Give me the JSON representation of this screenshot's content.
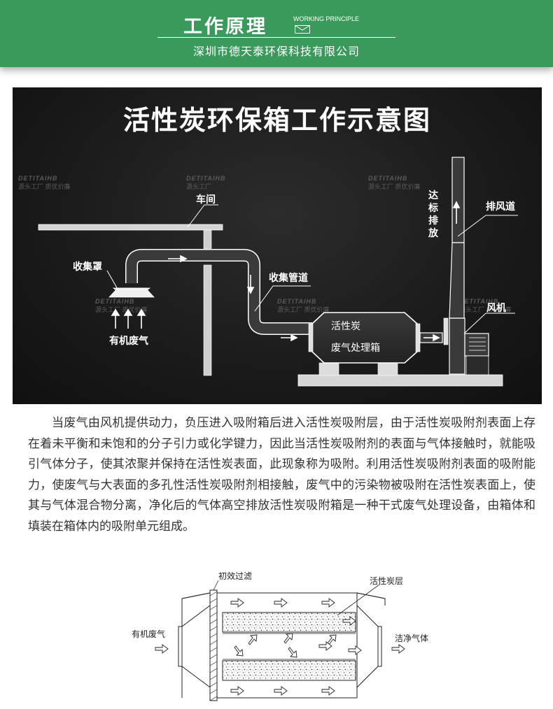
{
  "header": {
    "title": "工作原理",
    "subtitle_en": "WORKING PRINCIPLE",
    "company": "深圳市德天泰环保科技有限公司",
    "bg_color": "#3a9a5c"
  },
  "diagram": {
    "title": "活性炭环保箱工作示意图",
    "labels": {
      "workshop": "车间",
      "hood": "收集罩",
      "organic_gas": "有机废气",
      "pipe": "收集管道",
      "box_line1": "活性炭",
      "box_line2": "废气处理箱",
      "exhaust_duct": "排风道",
      "discharge": "达标排放",
      "fan": "风机"
    },
    "watermark": {
      "brand": "DETITAIHB",
      "brand_cn": "源头工厂",
      "slogan": "源头工厂 质优价廉"
    }
  },
  "description": "当废气由风机提供动力，负压进入吸附箱后进入活性炭吸附层，由于活性炭吸附剂表面上存在着未平衡和未饱和的分子引力或化学键力，因此当活性炭吸附剂的表面与气体接触时，就能吸引气体分子，使其浓聚并保持在活性炭表面，此现象称为吸附。利用活性炭吸附剂表面的吸附能力，使废气与大表面的多孔性活性炭吸附剂相接触，废气中的污染物被吸附在活性炭表面上，使其与气体混合物分离，净化后的气体高空排放活性炭吸附箱是一种干式废气处理设备，由箱体和填装在箱体内的吸附单元组成。",
  "schematic": {
    "filter_label": "初效过滤",
    "carbon_label": "活性炭层",
    "inlet_label": "有机废气",
    "outlet_label": "洁净气体"
  }
}
